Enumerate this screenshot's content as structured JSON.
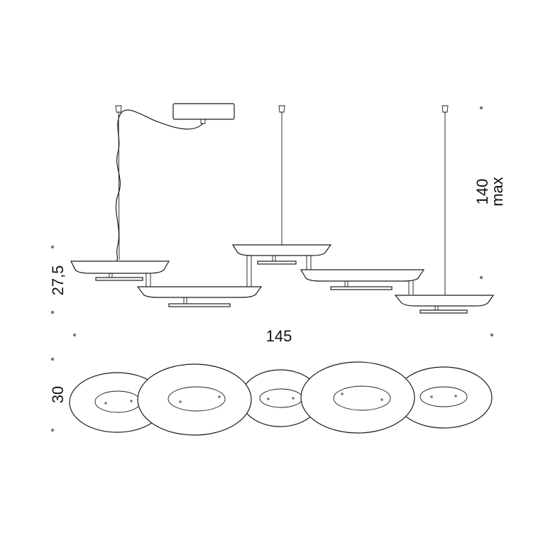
{
  "dimensions": {
    "height_max_value": "140",
    "height_max_unit": "max",
    "shade_height": "27,5",
    "width": "145",
    "depth": "30"
  },
  "colors": {
    "line": "#1a1a1a",
    "dot": "#777777",
    "background": "#ffffff"
  }
}
